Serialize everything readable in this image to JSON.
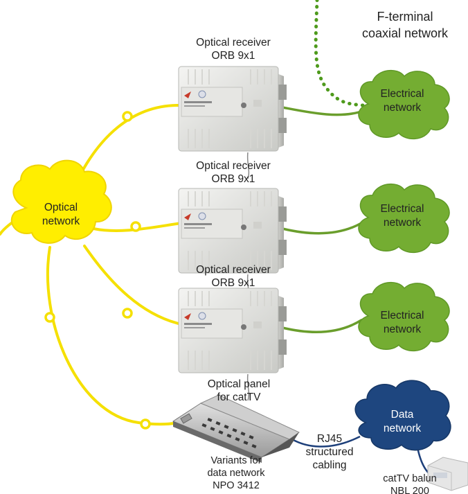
{
  "top_label": {
    "line1": "F-terminal",
    "line2": "coaxial network"
  },
  "optical_network": {
    "line1": "Optical",
    "line2": "network"
  },
  "receivers": [
    {
      "line1": "Optical receiver",
      "line2": "ORB 9x1"
    },
    {
      "line1": "Optical receiver",
      "line2": "ORB 9x1"
    },
    {
      "line1": "Optical receiver",
      "line2": "ORB 9x1"
    }
  ],
  "electrical_networks": [
    {
      "line1": "Electrical",
      "line2": "network"
    },
    {
      "line1": "Electrical",
      "line2": "network"
    },
    {
      "line1": "Electrical",
      "line2": "network"
    }
  ],
  "panel": {
    "line1": "Optical panel",
    "line2": "for catTV"
  },
  "variants": {
    "line1": "Variants for",
    "line2": "data network",
    "line3": "NPO 3412"
  },
  "cabling": {
    "line1": "RJ45",
    "line2": "structured",
    "line3": "cabling"
  },
  "data_network": {
    "line1": "Data",
    "line2": "network"
  },
  "balun": {
    "line1": "catTV balun",
    "line2": "NBL 200"
  },
  "colors": {
    "optical_fiber": "#f5e000",
    "optical_cloud": "#ffee00",
    "electrical": "#6a9e2c",
    "electrical_cloud": "#74ad32",
    "data_cable": "#1d3f7a",
    "data_cloud": "#1e467f"
  }
}
